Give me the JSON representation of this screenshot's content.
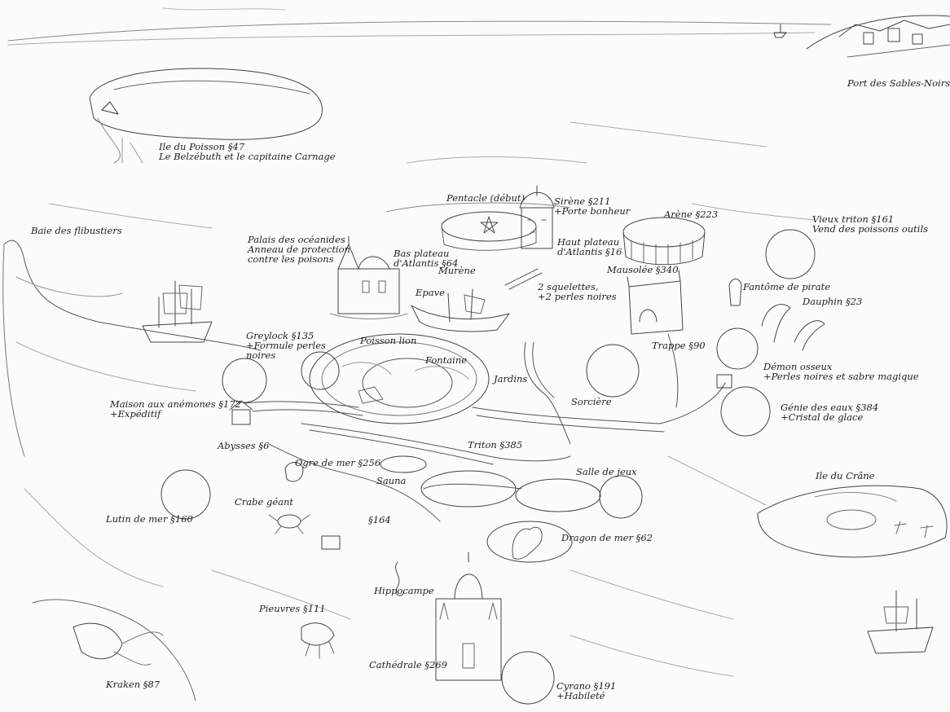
{
  "map": {
    "locations": [
      {
        "id": "port",
        "lines": [
          "Port des Sables-Noirs"
        ]
      },
      {
        "id": "ile-poisson",
        "lines": [
          "Ile du Poisson §47",
          "Le Belzébuth et le capitaine Carnage"
        ]
      },
      {
        "id": "baie",
        "lines": [
          "Baie des flibustiers"
        ]
      },
      {
        "id": "palais",
        "lines": [
          "Palais des océanides",
          "Anneau de protection",
          "contre les poisons"
        ]
      },
      {
        "id": "bas-plateau",
        "lines": [
          "Bas plateau",
          "d'Atlantis §64"
        ]
      },
      {
        "id": "pentacle",
        "lines": [
          "Pentacle (début)"
        ]
      },
      {
        "id": "sirene",
        "lines": [
          "Sirène §211",
          "+Porte bonheur"
        ]
      },
      {
        "id": "arene",
        "lines": [
          "Arène §223"
        ]
      },
      {
        "id": "vieux-triton",
        "lines": [
          "Vieux triton §161",
          "Vend des poissons outils"
        ]
      },
      {
        "id": "haut-plateau",
        "lines": [
          "Haut plateau",
          "d'Atlantis §16"
        ]
      },
      {
        "id": "mausolee",
        "lines": [
          "Mausolée §340"
        ]
      },
      {
        "id": "murene",
        "lines": [
          "Murène"
        ]
      },
      {
        "id": "epave",
        "lines": [
          "Epave"
        ]
      },
      {
        "id": "squelettes",
        "lines": [
          "2 squelettes,",
          "+2 perles noires"
        ]
      },
      {
        "id": "fantome",
        "lines": [
          "Fantôme de pirate"
        ]
      },
      {
        "id": "dauphin",
        "lines": [
          "Dauphin §23"
        ]
      },
      {
        "id": "greylock",
        "lines": [
          "Greylock §135",
          "+Formule perles",
          "noires"
        ]
      },
      {
        "id": "poisson-lion",
        "lines": [
          "Poisson lion"
        ]
      },
      {
        "id": "fontaine",
        "lines": [
          "Fontaine"
        ]
      },
      {
        "id": "jardins",
        "lines": [
          "Jardins"
        ]
      },
      {
        "id": "trappe",
        "lines": [
          "Trappe §90"
        ]
      },
      {
        "id": "demon",
        "lines": [
          "Démon osseux",
          "+Perles noires et sabre magique"
        ]
      },
      {
        "id": "sorciere",
        "lines": [
          "Sorcière"
        ]
      },
      {
        "id": "genie",
        "lines": [
          "Génie des eaux §384",
          "+Cristal de glace"
        ]
      },
      {
        "id": "maison",
        "lines": [
          "Maison aux anémones §172",
          "+Expéditif"
        ]
      },
      {
        "id": "abysses",
        "lines": [
          "Abysses §6"
        ]
      },
      {
        "id": "triton",
        "lines": [
          "Triton §385"
        ]
      },
      {
        "id": "ogre",
        "lines": [
          "Ogre de mer §256"
        ]
      },
      {
        "id": "sauna",
        "lines": [
          "Sauna"
        ]
      },
      {
        "id": "salle-jeux",
        "lines": [
          "Salle de jeux"
        ]
      },
      {
        "id": "ile-crane",
        "lines": [
          "Ile du Crâne"
        ]
      },
      {
        "id": "crabe",
        "lines": [
          "Crabe géant"
        ]
      },
      {
        "id": "lutin",
        "lines": [
          "Lutin de mer §160"
        ]
      },
      {
        "id": "s164",
        "lines": [
          "§164"
        ]
      },
      {
        "id": "dragon",
        "lines": [
          "Dragon de mer §62"
        ]
      },
      {
        "id": "hippocampe",
        "lines": [
          "Hippocampe"
        ]
      },
      {
        "id": "pieuvres",
        "lines": [
          "Pieuvres §111"
        ]
      },
      {
        "id": "cathedrale",
        "lines": [
          "Cathédrale §269"
        ]
      },
      {
        "id": "kraken",
        "lines": [
          "Kraken §87"
        ]
      },
      {
        "id": "cyrano",
        "lines": [
          "Cyrano §191",
          "+Habileté"
        ]
      }
    ]
  },
  "colors": {
    "paper": "#fbfbf8",
    "ink": "#222222"
  }
}
